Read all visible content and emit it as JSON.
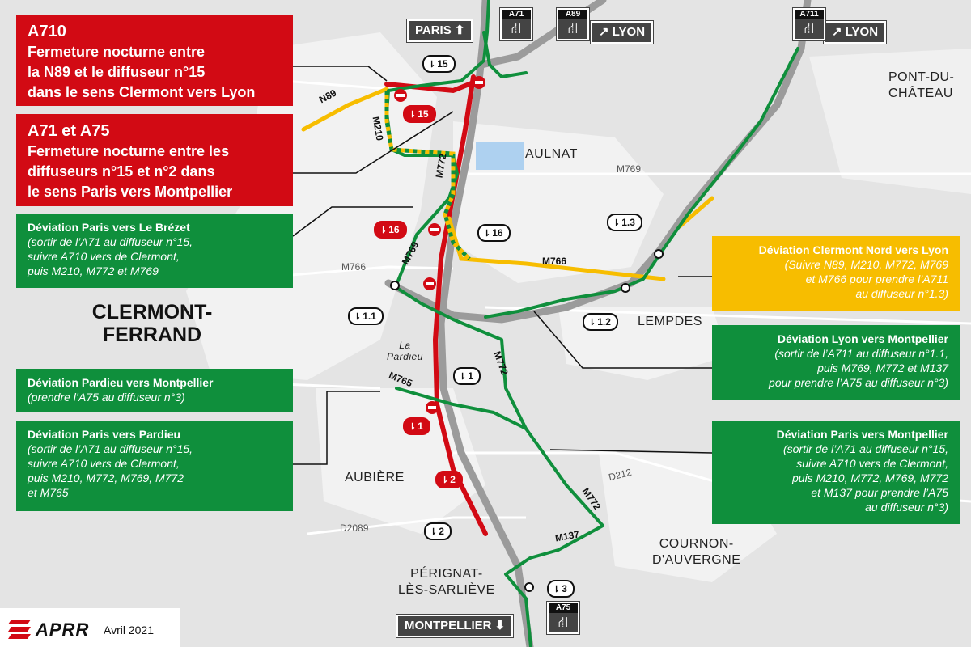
{
  "colors": {
    "closure_red": "#d20a14",
    "deviation_green": "#0f8f3c",
    "deviation_yellow": "#f7bd00",
    "motorway_grey": "#9b9b9b",
    "sign_grey": "#444444"
  },
  "boxes": {
    "a710": {
      "title": "A710",
      "lines": [
        "Fermeture nocturne entre",
        "la N89 et le diffuseur n°15",
        "dans le sens Clermont vers Lyon"
      ]
    },
    "a71a75": {
      "title": "A71 et A75",
      "lines": [
        "Fermeture nocturne entre les",
        "diffuseurs n°15 et n°2 dans",
        "le sens Paris vers Montpellier"
      ]
    },
    "brezet": {
      "title": "Déviation Paris vers Le Brézet",
      "lines": [
        "(sortir de l’A71 au diffuseur n°15,",
        "suivre A710 vers de Clermont,",
        "puis M210, M772 et M769"
      ]
    },
    "pardieu_mtp": {
      "title": "Déviation Pardieu vers Montpellier",
      "lines": [
        "(prendre l’A75 au diffuseur n°3)"
      ]
    },
    "paris_pardieu": {
      "title": "Déviation Paris vers Pardieu",
      "lines": [
        "(sortir de l’A71 au diffuseur n°15,",
        "suivre A710 vers de Clermont,",
        "puis M210, M772, M769, M772",
        "et M765"
      ]
    },
    "clermont_lyon": {
      "title": "Déviation Clermont Nord vers Lyon",
      "lines": [
        "(Suivre N89, M210, M772, M769",
        "et M766 pour prendre l’A711",
        "au diffuseur n°1.3)"
      ]
    },
    "lyon_mtp": {
      "title": "Déviation Lyon vers Montpellier",
      "lines": [
        "(sortir de l’A711 au diffuseur n°1.1,",
        "puis M769, M772 et M137",
        "pour prendre l’A75 au diffuseur n°3)"
      ]
    },
    "paris_mtp": {
      "title": "Déviation Paris vers Montpellier",
      "lines": [
        "(sortir de l’A71 au diffuseur n°15,",
        "suivre A710 vers de Clermont,",
        "puis M210, M772, M769, M772",
        "et M137 pour prendre l’A75",
        "au diffuseur n°3)"
      ]
    }
  },
  "places": {
    "clermont": [
      "CLERMONT-",
      "FERRAND"
    ],
    "aulnat": "AULNAT",
    "lempdes": "LEMPDES",
    "pont": [
      "PONT-DU-",
      "CHÂTEAU"
    ],
    "aubiere": "AUBIÈRE",
    "cournon": [
      "COURNON-",
      "D'AUVERGNE"
    ],
    "perignat": [
      "PÉRIGNAT-",
      "LÈS-SARLIÈVE"
    ],
    "pardieu": [
      "La",
      "Pardieu"
    ]
  },
  "roads": {
    "n89": "N89",
    "m210": "M210",
    "m772a": "M772",
    "m769": "M769",
    "m766": "M766",
    "m766b": "M766",
    "m769b": "M769",
    "m765": "M765",
    "m772b": "M772",
    "m772c": "M772",
    "m137": "M137",
    "d212": "D212",
    "d2089": "D2089"
  },
  "exits": {
    "e15": "15",
    "e15r": "15",
    "e16r": "16",
    "e16": "16",
    "e13": "1.3",
    "e11": "1.1",
    "e12": "1.2",
    "e1": "1",
    "e1r": "1",
    "e2r": "2",
    "e2": "2",
    "e3": "3"
  },
  "signs": {
    "paris": "PARIS ⬆",
    "lyon1": "↗ LYON",
    "lyon2": "↗ LYON",
    "montpellier": "MONTPELLIER ⬇"
  },
  "shields": {
    "a71": "A71",
    "a89": "A89",
    "a711": "A711",
    "a75": "A75"
  },
  "footer": {
    "brand": "APRR",
    "date": "Avril 2021"
  }
}
